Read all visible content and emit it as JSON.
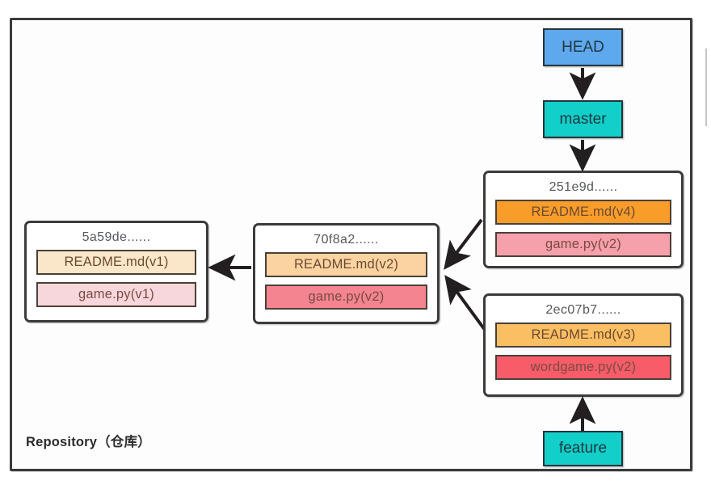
{
  "diagram": {
    "title": "Repository（仓库）",
    "frame_label": "Repository（仓库）",
    "colors": {
      "head_fill": "#5EA8EE",
      "branch_fill": "#12CFC9",
      "frame_border": "#3b3b3b",
      "arrow": "#231f20"
    }
  },
  "refs": {
    "head": {
      "label": "HEAD",
      "type": "head-pointer"
    },
    "master": {
      "label": "master",
      "type": "branch"
    },
    "feature": {
      "label": "feature",
      "type": "branch"
    }
  },
  "commits": [
    {
      "id": "5a59de",
      "hash_label": "5a59de......",
      "files": [
        {
          "name": "README.md(v1)",
          "color": "#FAE6C8"
        },
        {
          "name": "game.py(v1)",
          "color": "#F8D7DC"
        }
      ]
    },
    {
      "id": "70f8a2",
      "hash_label": "70f8a2......",
      "files": [
        {
          "name": "README.md(v2)",
          "color": "#FBD3A0"
        },
        {
          "name": "game.py(v2)",
          "color": "#F4848F"
        }
      ]
    },
    {
      "id": "251e9d",
      "hash_label": "251e9d......",
      "files": [
        {
          "name": "README.md(v4)",
          "color": "#F99D2A"
        },
        {
          "name": "game.py(v2)",
          "color": "#F5A0AB"
        }
      ]
    },
    {
      "id": "2ec07b7",
      "hash_label": "2ec07b7......",
      "files": [
        {
          "name": "README.md(v3)",
          "color": "#FBBF63"
        },
        {
          "name": "wordgame.py(v2)",
          "color": "#F75C68"
        }
      ]
    }
  ],
  "edges": [
    {
      "from": "head",
      "to": "master",
      "kind": "points-to"
    },
    {
      "from": "master",
      "to": "251e9d",
      "kind": "points-to"
    },
    {
      "from": "251e9d",
      "to": "70f8a2",
      "kind": "parent"
    },
    {
      "from": "2ec07b7",
      "to": "70f8a2",
      "kind": "parent"
    },
    {
      "from": "70f8a2",
      "to": "5a59de",
      "kind": "parent"
    },
    {
      "from": "feature",
      "to": "2ec07b7",
      "kind": "points-to"
    }
  ]
}
